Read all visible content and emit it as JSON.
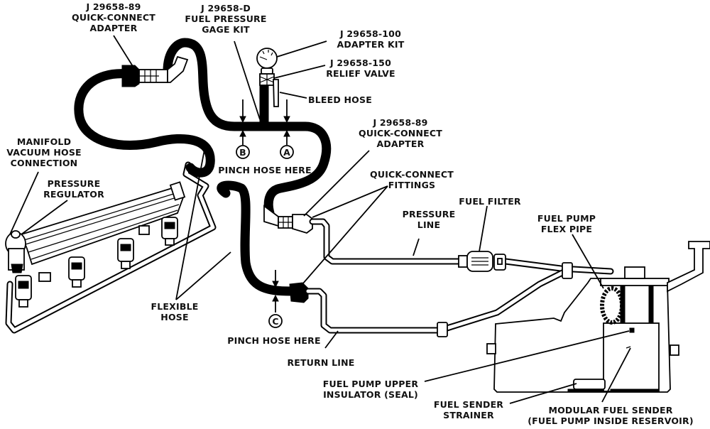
{
  "labels": {
    "qc_adapter_top": [
      "J 29658-89",
      "QUICK-CONNECT",
      "ADAPTER"
    ],
    "gage_kit": [
      "J 29658-D",
      "FUEL PRESSURE",
      "GAGE KIT"
    ],
    "adapter_kit": [
      "J 29658-100",
      "ADAPTER KIT"
    ],
    "relief_valve": [
      "J 29658-150",
      "RELIEF VALVE"
    ],
    "bleed_hose": [
      "BLEED HOSE"
    ],
    "qc_adapter_mid": [
      "J 29658-89",
      "QUICK-CONNECT",
      "ADAPTER"
    ],
    "manifold_vacuum": [
      "MANIFOLD",
      "VACUUM HOSE",
      "CONNECTION"
    ],
    "pressure_regulator": [
      "PRESSURE",
      "REGULATOR"
    ],
    "pinch_top": [
      "PINCH HOSE HERE"
    ],
    "qc_fittings": [
      "QUICK-CONNECT",
      "FITTINGS"
    ],
    "fuel_filter": [
      "FUEL FILTER"
    ],
    "pressure_line": [
      "PRESSURE",
      "LINE"
    ],
    "flex_pipe": [
      "FUEL PUMP",
      "FLEX PIPE"
    ],
    "flexible_hose": [
      "FLEXIBLE",
      "HOSE"
    ],
    "pinch_bottom": [
      "PINCH HOSE HERE"
    ],
    "return_line": [
      "RETURN LINE"
    ],
    "upper_insulator": [
      "FUEL PUMP UPPER",
      "INSULATOR (SEAL)"
    ],
    "sender_strainer": [
      "FUEL SENDER",
      "STRAINER"
    ],
    "modular_sender": [
      "MODULAR FUEL SENDER",
      "(FUEL PUMP INSIDE RESERVOIR)"
    ]
  },
  "markers": {
    "a": "A",
    "b": "B",
    "c": "C"
  }
}
